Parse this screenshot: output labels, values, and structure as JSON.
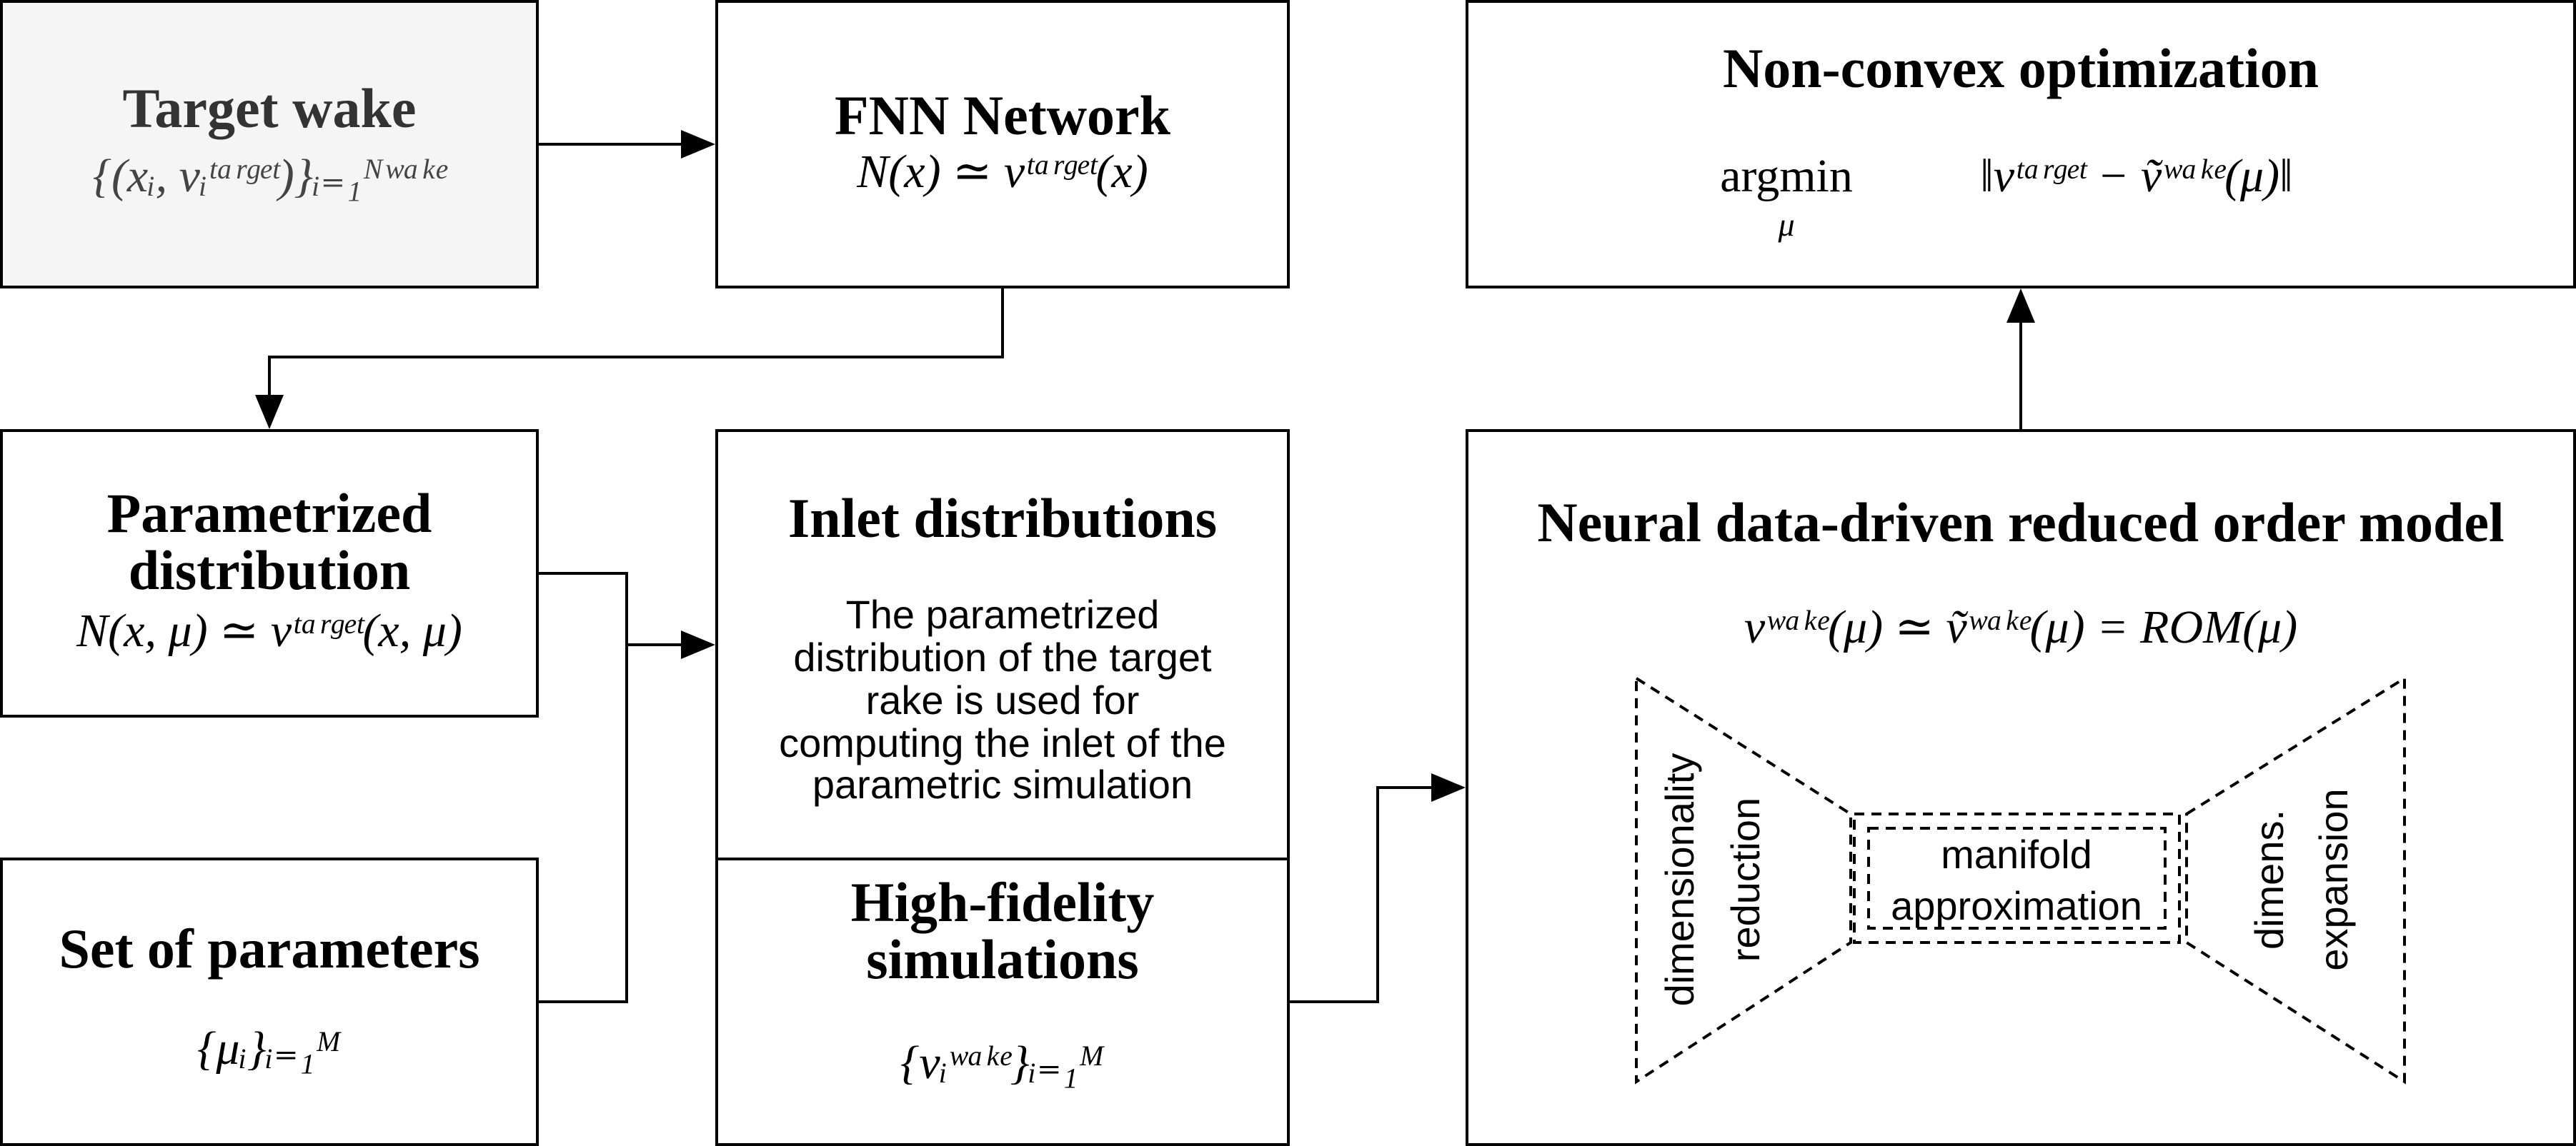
{
  "boxes": {
    "target_wake": {
      "title": "Target wake",
      "formula": "{(xᵢ, vᵢᵗᵃʳᵍᵉᵗ)}ᵢ₌₁ᴺʷᵃᵏᵉ"
    },
    "fnn": {
      "title": "FNN Network",
      "formula": "N(x) ≃ vᵗᵃʳᵍᵉᵗ(x)"
    },
    "parametrized": {
      "title_line1": "Parametrized",
      "title_line2": "distribution",
      "formula": "N(x, μ) ≃ vᵗᵃʳᵍᵉᵗ(x, μ)"
    },
    "parameters": {
      "title": "Set of parameters",
      "formula": "{μᵢ}ᵢ₌₁ᴹ"
    },
    "inlet": {
      "title": "Inlet distributions",
      "desc_lines": [
        "The parametrized",
        "distribution of the target",
        "rake is used for",
        "computing the inlet of the",
        "parametric simulation"
      ]
    },
    "hifi": {
      "title_line1": "High-fidelity",
      "title_line2": "simulations",
      "formula": "{vᵢʷᵃᵏᵉ}ᵢ₌₁ᴹ"
    },
    "optimization": {
      "title": "Non-convex optimization",
      "argmin": "argmin",
      "argmin_sub": "μ",
      "formula": "‖vᵗᵃʳᵍᵉᵗ − ṽʷᵃᵏᵉ(μ)‖"
    },
    "rom": {
      "title": "Neural data-driven reduced order model",
      "formula": "vʷᵃᵏᵉ(μ) ≃ ṽʷᵃᵏᵉ(μ) = ROM(μ)",
      "encoder_line1": "dimensionality",
      "encoder_line2": "reduction",
      "manifold_line1": "manifold",
      "manifold_line2": "approximation",
      "decoder_line1": "dimens.",
      "decoder_line2": "expansion"
    }
  }
}
